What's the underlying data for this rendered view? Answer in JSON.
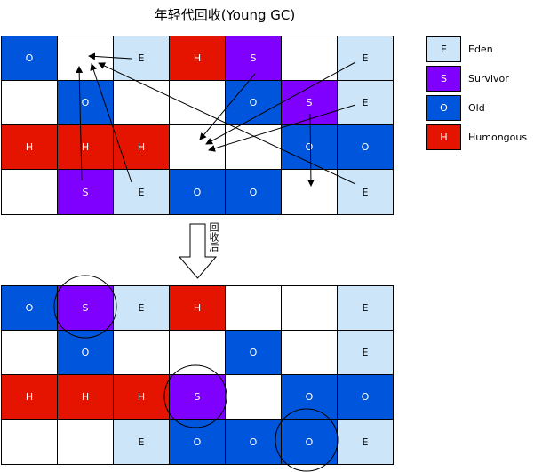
{
  "title": "年轻代回收(Young GC)",
  "transition_label": "回收后",
  "legend": [
    {
      "code": "E",
      "label": "Eden",
      "color": "#cce5f8"
    },
    {
      "code": "S",
      "label": "Survivor",
      "color": "#7f00ff"
    },
    {
      "code": "O",
      "label": "Old",
      "color": "#0055dd"
    },
    {
      "code": "H",
      "label": "Humongous",
      "color": "#e51400"
    }
  ],
  "before_grid": [
    [
      "O",
      "",
      "E",
      "H",
      "S",
      "",
      "E"
    ],
    [
      "",
      "O",
      "",
      "",
      "O",
      "S",
      "E"
    ],
    [
      "H",
      "H",
      "H",
      "",
      "",
      "O",
      "O"
    ],
    [
      "",
      "S",
      "E",
      "O",
      "O",
      "",
      "E"
    ]
  ],
  "after_grid": [
    [
      "O",
      "S",
      "E",
      "H",
      "",
      "",
      "E"
    ],
    [
      "",
      "O",
      "",
      "",
      "O",
      "",
      "E"
    ],
    [
      "H",
      "H",
      "H",
      "S",
      "",
      "O",
      "O"
    ],
    [
      "",
      "",
      "E",
      "O",
      "O",
      "O",
      "E"
    ]
  ],
  "colors": {
    "E": "#cce5f8",
    "S": "#7f00ff",
    "O": "#0055dd",
    "H": "#e51400"
  }
}
